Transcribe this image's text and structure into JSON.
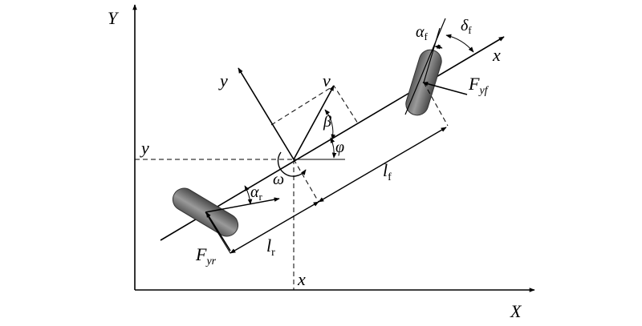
{
  "labels": {
    "X": "X",
    "Y": "Y",
    "x_axis": "x",
    "y_axis": "y",
    "y_coord": "y",
    "x_coord": "x",
    "v": "v",
    "beta": "β",
    "phi": "φ",
    "omega": "ω",
    "lf_main": "l",
    "lf_sub": "f",
    "lr_main": "l",
    "lr_sub": "r",
    "af_main": "α",
    "af_sub": "f",
    "df_main": "δ",
    "df_sub": "f",
    "ar_main": "α",
    "ar_sub": "r",
    "Fyf_main": "F",
    "Fyf_sub": "yf",
    "Fyr_main": "F",
    "Fyr_sub": "yr"
  }
}
